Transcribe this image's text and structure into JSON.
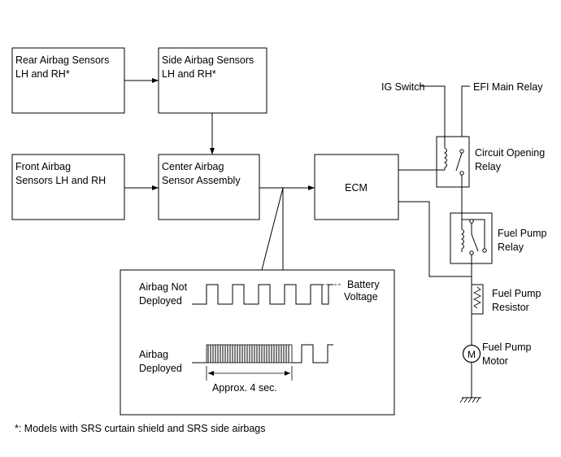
{
  "blocks": {
    "rear_sensors": [
      "Rear Airbag Sensors",
      "LH and RH*"
    ],
    "side_sensors": [
      "Side Airbag Sensors",
      "LH and RH*"
    ],
    "front_sensors": [
      "Front Airbag",
      "Sensors LH and RH"
    ],
    "center_sensor": [
      "Center Airbag",
      "Sensor Assembly"
    ],
    "ecm": "ECM"
  },
  "relays": {
    "ig_switch": "IG Switch",
    "efi_main_relay": "EFI Main Relay",
    "circuit_opening_relay": [
      "Circuit Opening",
      "Relay"
    ],
    "fuel_pump_relay": [
      "Fuel Pump",
      "Relay"
    ],
    "fuel_pump_resistor": [
      "Fuel Pump",
      "Resistor"
    ],
    "fuel_pump_motor": [
      "Fuel Pump",
      "Motor"
    ],
    "motor_symbol": "M"
  },
  "signal_detail": {
    "not_deployed": [
      "Airbag Not",
      "Deployed"
    ],
    "battery_voltage": [
      "Battery",
      "Voltage"
    ],
    "deployed": [
      "Airbag",
      "Deployed"
    ],
    "duration": "Approx. 4 sec."
  },
  "footnote": "*: Models with SRS curtain shield and SRS side airbags"
}
